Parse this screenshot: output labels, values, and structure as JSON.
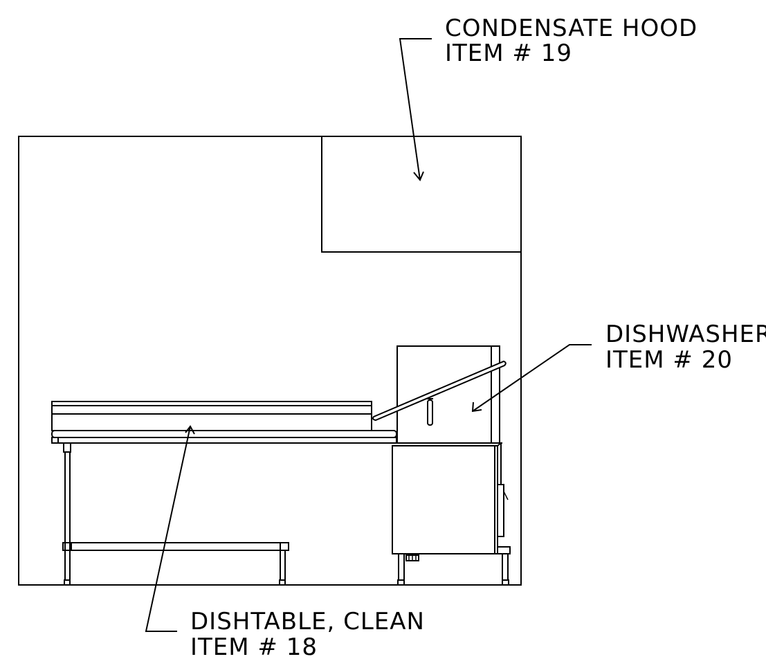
{
  "labels": {
    "hood": {
      "line1": "CONDENSATE HOOD",
      "line2": "ITEM # 19"
    },
    "dishwasher": {
      "line1": "DISHWASHER",
      "line2": "ITEM # 20"
    },
    "dishtable": {
      "line1": "DISHTABLE, CLEAN",
      "line2": "ITEM # 18"
    }
  }
}
